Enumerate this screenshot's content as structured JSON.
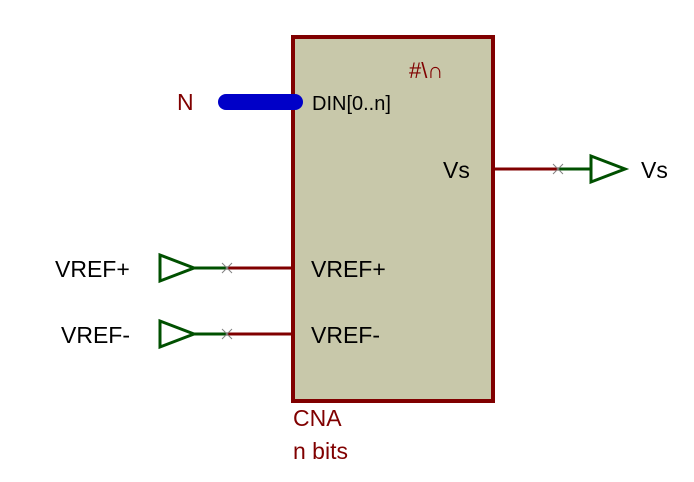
{
  "component": {
    "ref_marker": "#\\∩",
    "type_label": "CNA",
    "value_label": "n bits",
    "colors": {
      "body_fill": "#c8c8aa",
      "body_stroke": "#800000"
    }
  },
  "pins": {
    "din": "DIN[0..n]",
    "vs": "Vs",
    "vref_plus": "VREF+",
    "vref_minus": "VREF-"
  },
  "nets": {
    "bus_name": "N",
    "vs_terminal": "Vs",
    "vref_plus_terminal": "VREF+",
    "vref_minus_terminal": "VREF-"
  },
  "colors": {
    "wire": "#800000",
    "terminal": "#005000",
    "bus": "#0000c8",
    "text_dark": "#000000",
    "text_red": "#800000"
  }
}
